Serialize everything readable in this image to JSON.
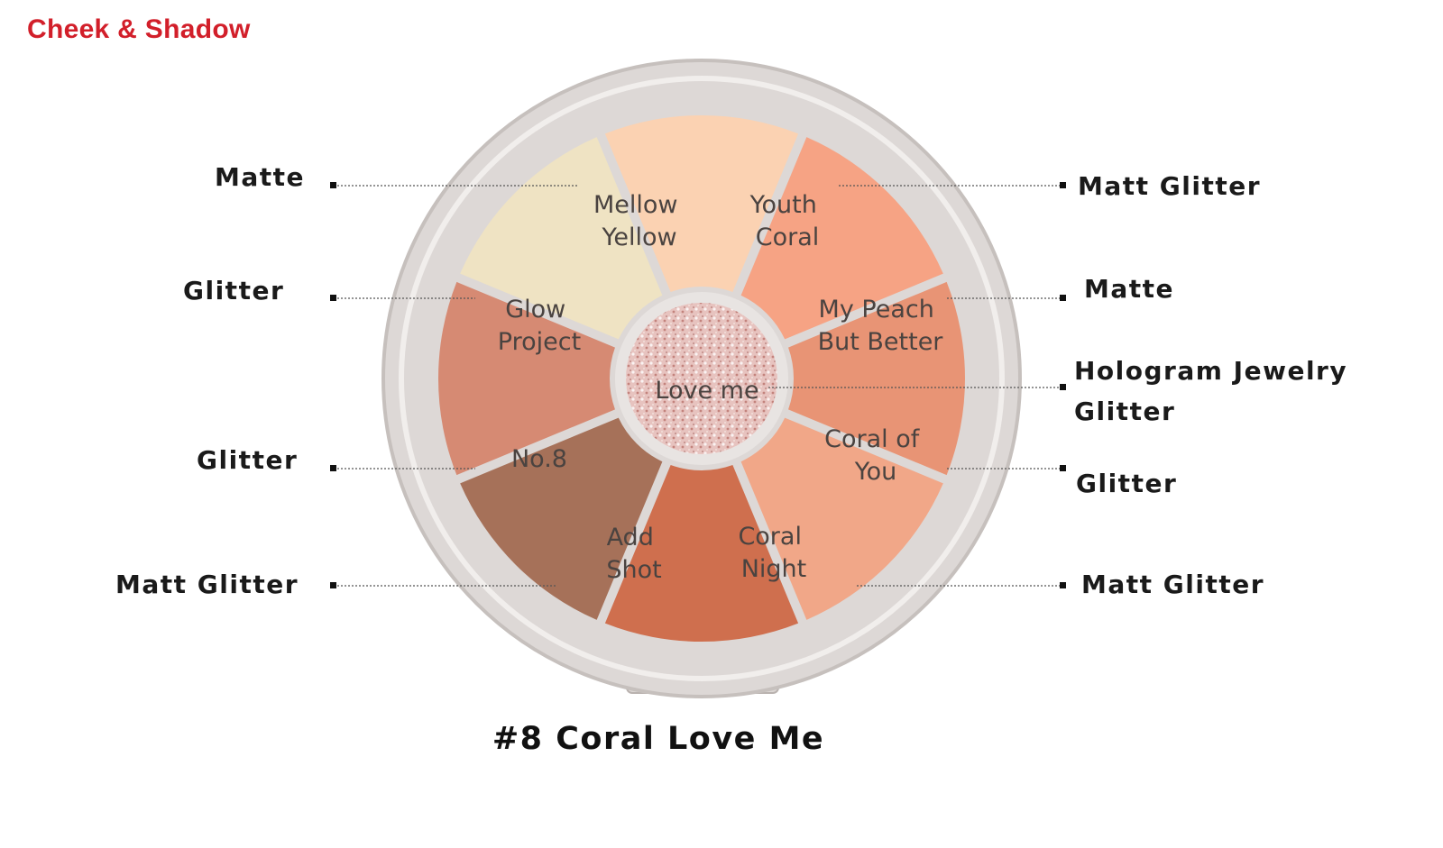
{
  "header": {
    "title": "Cheek & Shadow"
  },
  "product": {
    "title": "#8 Coral Love Me"
  },
  "colors": {
    "header_red": "#d21f2a",
    "case": "#ddd8d6",
    "mellow_yellow": "#fbd2b2",
    "youth_coral": "#f6a384",
    "my_peach_but_better": "#e89475",
    "coral_of_you": "#f1a788",
    "coral_night": "#cf6f4e",
    "add_shot": "#a67159",
    "no_8": "#d68a73",
    "glow_project": "#efe3c3",
    "love_me": "#e7c3bf"
  },
  "shades": {
    "mellow_yellow": [
      "Mellow",
      "Yellow"
    ],
    "youth_coral": [
      "Youth",
      "Coral"
    ],
    "my_peach": [
      "My Peach",
      "But Better"
    ],
    "coral_of_you": [
      "Coral of",
      "You"
    ],
    "coral_night": [
      "Coral",
      "Night"
    ],
    "add_shot": [
      "Add",
      "Shot"
    ],
    "no_8": [
      "No.8"
    ],
    "glow_project": [
      "Glow",
      "Project"
    ],
    "love_me": [
      "Love me"
    ]
  },
  "finishes": {
    "left": [
      "Matte",
      "Glitter",
      "Glitter",
      "Matt Glitter"
    ],
    "right": [
      "Matt Glitter",
      "Matte",
      "Hologram Jewelry",
      "Glitter",
      "Glitter",
      "Matt Glitter"
    ]
  }
}
